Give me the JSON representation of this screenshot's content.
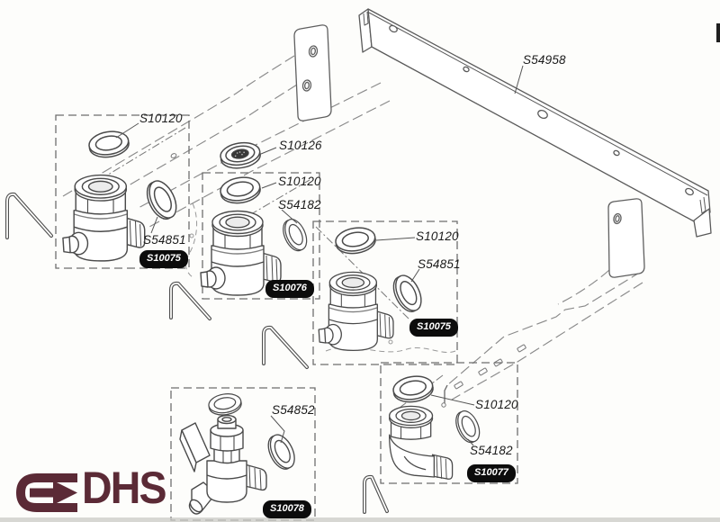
{
  "brand": {
    "name": "DHS",
    "color": "#5b2a36"
  },
  "standalone": {
    "bracket": "S54958",
    "grommet": "S10126"
  },
  "groups": {
    "g1": {
      "top_washer": "S10120",
      "side_washer": "S54851",
      "badge": "S10075"
    },
    "g2": {
      "top_washer": "S10120",
      "side_washer": "S54182",
      "badge": "S10076"
    },
    "g3": {
      "top_washer": "S10120",
      "side_washer": "S54851",
      "badge": "S10075"
    },
    "g4": {
      "top_washer": "S10120",
      "side_washer": "S54182",
      "badge": "S10077"
    },
    "g5": {
      "side_washer": "S54852",
      "badge": "S10078"
    }
  },
  "style": {
    "line_color": "#4a4a4a",
    "phantom_line_color": "#8a8a8a",
    "badge_bg": "#0c0c0c",
    "badge_text": "#ffffff",
    "label_color": "#1b1b1b"
  }
}
